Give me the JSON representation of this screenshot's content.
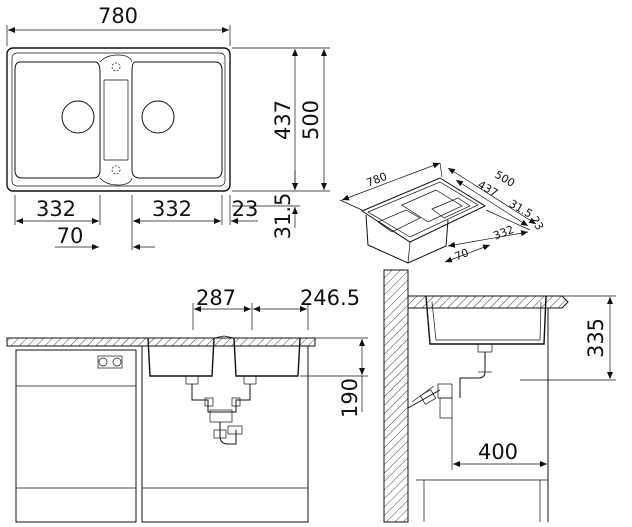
{
  "top_view": {
    "width": "780",
    "height_inner": "437",
    "height_outer": "500",
    "bowl_left": "332",
    "bowl_right": "332",
    "edge_right": "23",
    "edge_bottom": "31.5",
    "drain_offset": "70"
  },
  "iso_view": {
    "width": "780",
    "depth": "500",
    "depth_inner": "437",
    "edge_back": "31.5",
    "edge_side": "23",
    "bowl": "332",
    "offset": "70"
  },
  "front_view": {
    "drain_left": "287",
    "drain_right": "246.5",
    "bowl_height": "190"
  },
  "side_view": {
    "depth": "335",
    "wall_distance": "400"
  }
}
